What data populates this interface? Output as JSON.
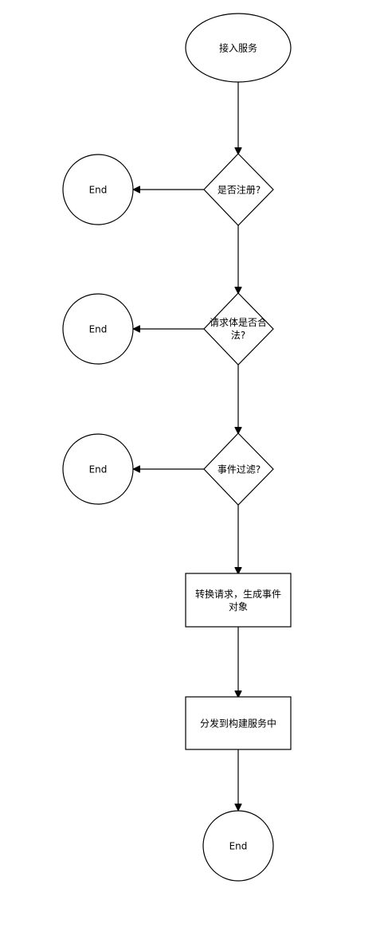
{
  "diagram": {
    "nodes": {
      "start": {
        "label": "接入服务"
      },
      "decision_registered": {
        "label": "是否注册?"
      },
      "decision_valid_body": {
        "label_line1": "请求体是否合",
        "label_line2": "法?"
      },
      "decision_event_filter": {
        "label": "事件过滤?"
      },
      "process_convert": {
        "label_line1": "转换请求，生成事件",
        "label_line2": "对象"
      },
      "process_dispatch": {
        "label": "分发到构建服务中"
      },
      "end_1": {
        "label": "End"
      },
      "end_2": {
        "label": "End"
      },
      "end_3": {
        "label": "End"
      },
      "end_final": {
        "label": "End"
      }
    }
  }
}
